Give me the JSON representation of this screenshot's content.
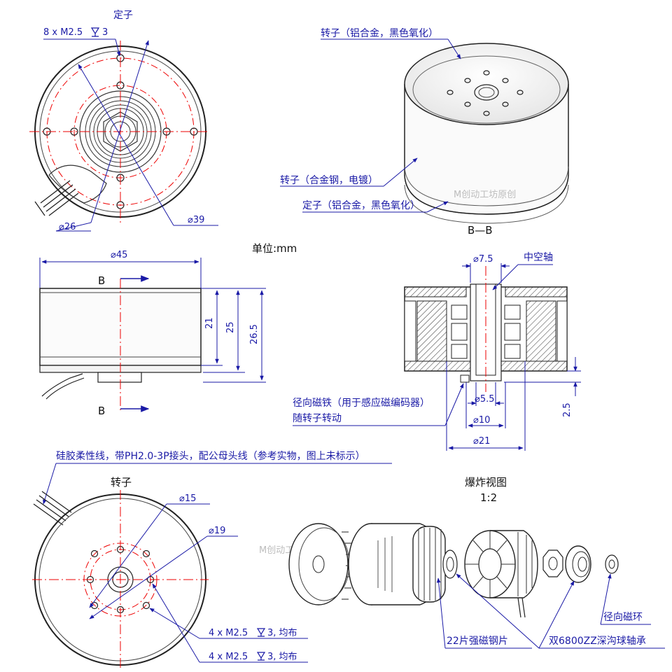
{
  "top_left": {
    "title": "定子",
    "callout_holes": "8 x M2.5",
    "callout_depth": "3",
    "dim_d26": "26",
    "dim_d39": "39"
  },
  "top_right": {
    "label_rotor_top": "转子（铝合金，黑色氧化）",
    "label_rotor_side": "转子（合金钢，电镀）",
    "label_stator": "定子（铝合金，黑色氧化）",
    "watermark": "M创动工坊原创"
  },
  "mid_left": {
    "unit": "单位:mm",
    "dim_d45": "45",
    "section_mark_top": "B",
    "section_mark_bottom": "B",
    "dim_21": "21",
    "dim_25": "25",
    "dim_265": "26.5"
  },
  "mid_right": {
    "section_title": "B—B",
    "dim_d75": "7.5",
    "label_shaft": "中空轴",
    "label_magnet": "径向磁铁（用于感应磁编码器）",
    "label_magnet2": "随转子转动",
    "dim_d55": "5.5",
    "dim_d10": "10",
    "dim_d21": "21",
    "dim_25": "2.5"
  },
  "bottom_left": {
    "label_wire": "硅胶柔性线，带PH2.0-3P接头，配公母头线（参考实物，图上未标示）",
    "title": "转子",
    "dim_d15": "15",
    "dim_d19": "19",
    "callout1": "4 x M2.5",
    "callout1_tail": "3, 均布",
    "callout2": "4 x M2.5",
    "callout2_tail": "3, 均布",
    "watermark": "M创动工坊原创"
  },
  "bottom_right": {
    "title": "爆炸视图",
    "scale": "1:2",
    "label_ring": "径向磁环",
    "label_magnets": "22片强磁钢片",
    "label_bearing": "双6800ZZ深沟球轴承"
  }
}
